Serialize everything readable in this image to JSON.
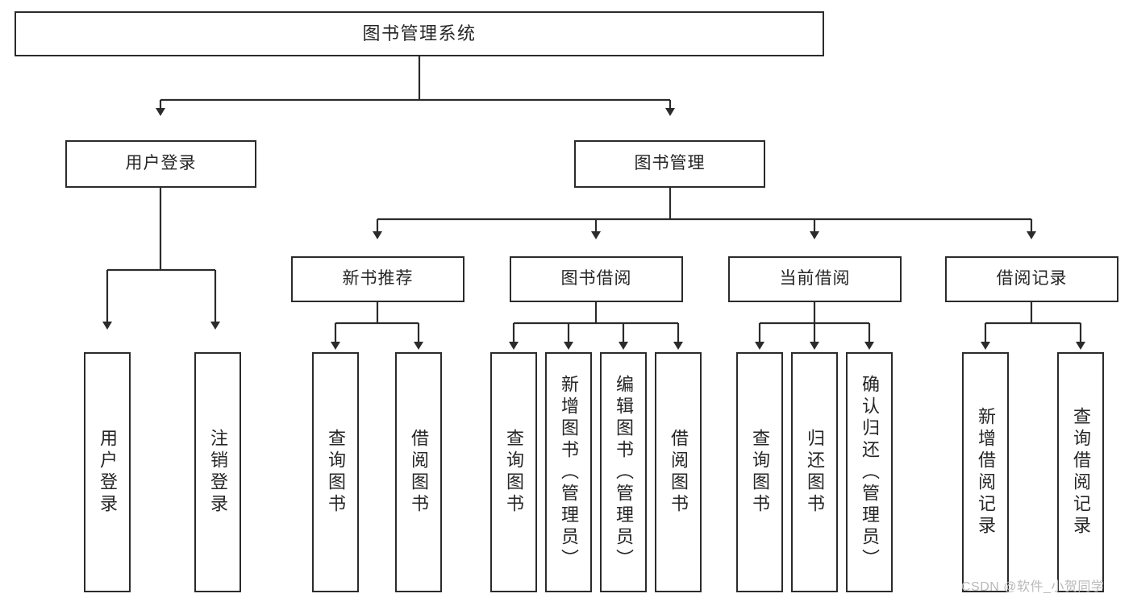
{
  "diagram": {
    "type": "tree-hierarchy",
    "title": "图书管理系统",
    "watermark": "CSDN @软件_小贺同学",
    "colors": {
      "border": "#2b2b2b",
      "text": "#262626",
      "background": "#ffffff",
      "edge": "#333333",
      "watermark": "#b9b9b9"
    },
    "root": {
      "label": "图书管理系统"
    },
    "level2": [
      {
        "label": "用户登录"
      },
      {
        "label": "图书管理"
      }
    ],
    "level3": [
      {
        "label": "新书推荐"
      },
      {
        "label": "图书借阅"
      },
      {
        "label": "当前借阅"
      },
      {
        "label": "借阅记录"
      }
    ],
    "leaves": {
      "user_login": [
        {
          "label": "用户登录"
        },
        {
          "label": "注销登录"
        }
      ],
      "new_book": [
        {
          "label": "查询图书"
        },
        {
          "label": "借阅图书"
        }
      ],
      "book_borrow": [
        {
          "label": "查询图书"
        },
        {
          "label": "新增图书（管理员）"
        },
        {
          "label": "编辑图书（管理员）"
        },
        {
          "label": "借阅图书"
        }
      ],
      "current_borrow": [
        {
          "label": "查询图书"
        },
        {
          "label": "归还图书"
        },
        {
          "label": "确认归还（管理员）"
        }
      ],
      "borrow_record": [
        {
          "label": "新增借阅记录"
        },
        {
          "label": "查询借阅记录"
        }
      ]
    }
  }
}
